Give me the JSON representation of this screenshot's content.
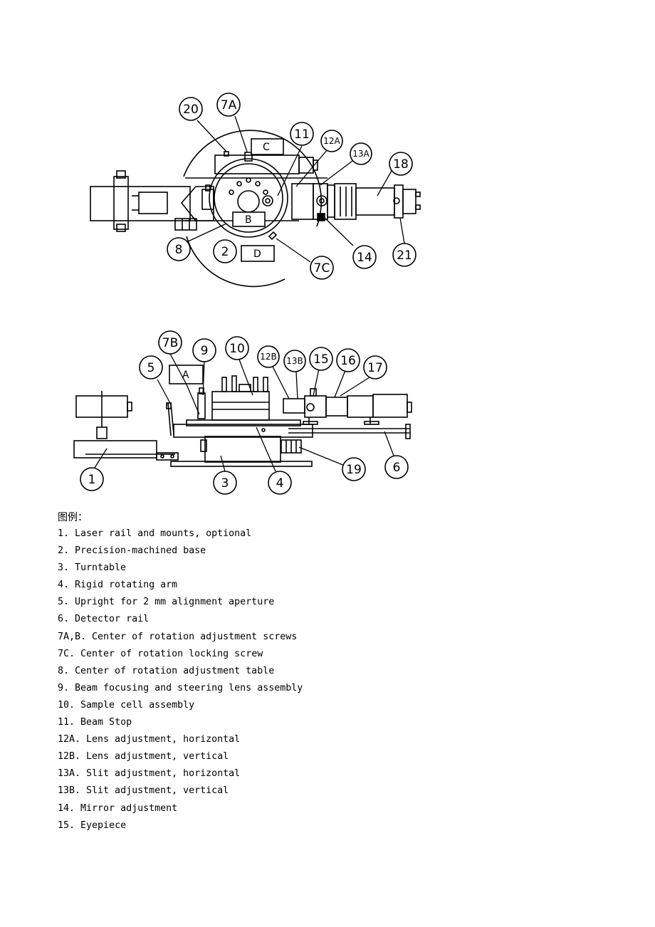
{
  "top_diagram": {
    "callouts": [
      {
        "id": "c20",
        "text": "20"
      },
      {
        "id": "c7a",
        "text": "7A"
      },
      {
        "id": "c11",
        "text": "11"
      },
      {
        "id": "c12a",
        "text": "12A"
      },
      {
        "id": "c13a",
        "text": "13A"
      },
      {
        "id": "c18",
        "text": "18"
      },
      {
        "id": "c8",
        "text": "8"
      },
      {
        "id": "c2",
        "text": "2"
      },
      {
        "id": "c7c",
        "text": "7C"
      },
      {
        "id": "c14",
        "text": "14"
      },
      {
        "id": "c21",
        "text": "21"
      }
    ],
    "boxes": [
      {
        "id": "bC",
        "text": "C"
      },
      {
        "id": "bB",
        "text": "B"
      },
      {
        "id": "bD",
        "text": "D"
      }
    ]
  },
  "bottom_diagram": {
    "callouts": [
      {
        "id": "c7b",
        "text": "7B"
      },
      {
        "id": "c9",
        "text": "9"
      },
      {
        "id": "c10",
        "text": "10"
      },
      {
        "id": "c12b",
        "text": "12B"
      },
      {
        "id": "c13b",
        "text": "13B"
      },
      {
        "id": "c15",
        "text": "15"
      },
      {
        "id": "c16",
        "text": "16"
      },
      {
        "id": "c17",
        "text": "17"
      },
      {
        "id": "c5",
        "text": "5"
      },
      {
        "id": "c1",
        "text": "1"
      },
      {
        "id": "c3",
        "text": "3"
      },
      {
        "id": "c4",
        "text": "4"
      },
      {
        "id": "c19",
        "text": "19"
      },
      {
        "id": "c6",
        "text": "6"
      }
    ],
    "boxes": [
      {
        "id": "bA",
        "text": "A"
      }
    ]
  },
  "legend": {
    "heading": "图例：",
    "items": [
      {
        "num": "1.",
        "text": "Laser rail and mounts, optional"
      },
      {
        "num": "2.",
        "text": "Precision-machined base"
      },
      {
        "num": "3.",
        "text": "Turntable"
      },
      {
        "num": "4.",
        "text": "Rigid rotating arm"
      },
      {
        "num": "5.",
        "text": "Upright for 2 mm alignment aperture"
      },
      {
        "num": "6.",
        "text": "Detector rail"
      },
      {
        "num": "7A,B.",
        "text": "Center of rotation adjustment screws"
      },
      {
        "num": "7C.",
        "text": "Center of rotation locking screw"
      },
      {
        "num": "8.",
        "text": "Center of rotation adjustment table"
      },
      {
        "num": "9.",
        "text": "Beam focusing and steering lens assembly"
      },
      {
        "num": "10.",
        "text": "Sample cell assembly"
      },
      {
        "num": "11.",
        "text": "Beam Stop"
      },
      {
        "num": "12A.",
        "text": "Lens adjustment, horizontal"
      },
      {
        "num": "12B.",
        "text": "Lens adjustment, vertical"
      },
      {
        "num": "13A.",
        "text": "Slit adjustment, horizontal"
      },
      {
        "num": "13B.",
        "text": "Slit adjustment, vertical"
      },
      {
        "num": "14.",
        "text": "Mirror adjustment"
      },
      {
        "num": "15.",
        "text": "Eyepiece"
      }
    ]
  }
}
